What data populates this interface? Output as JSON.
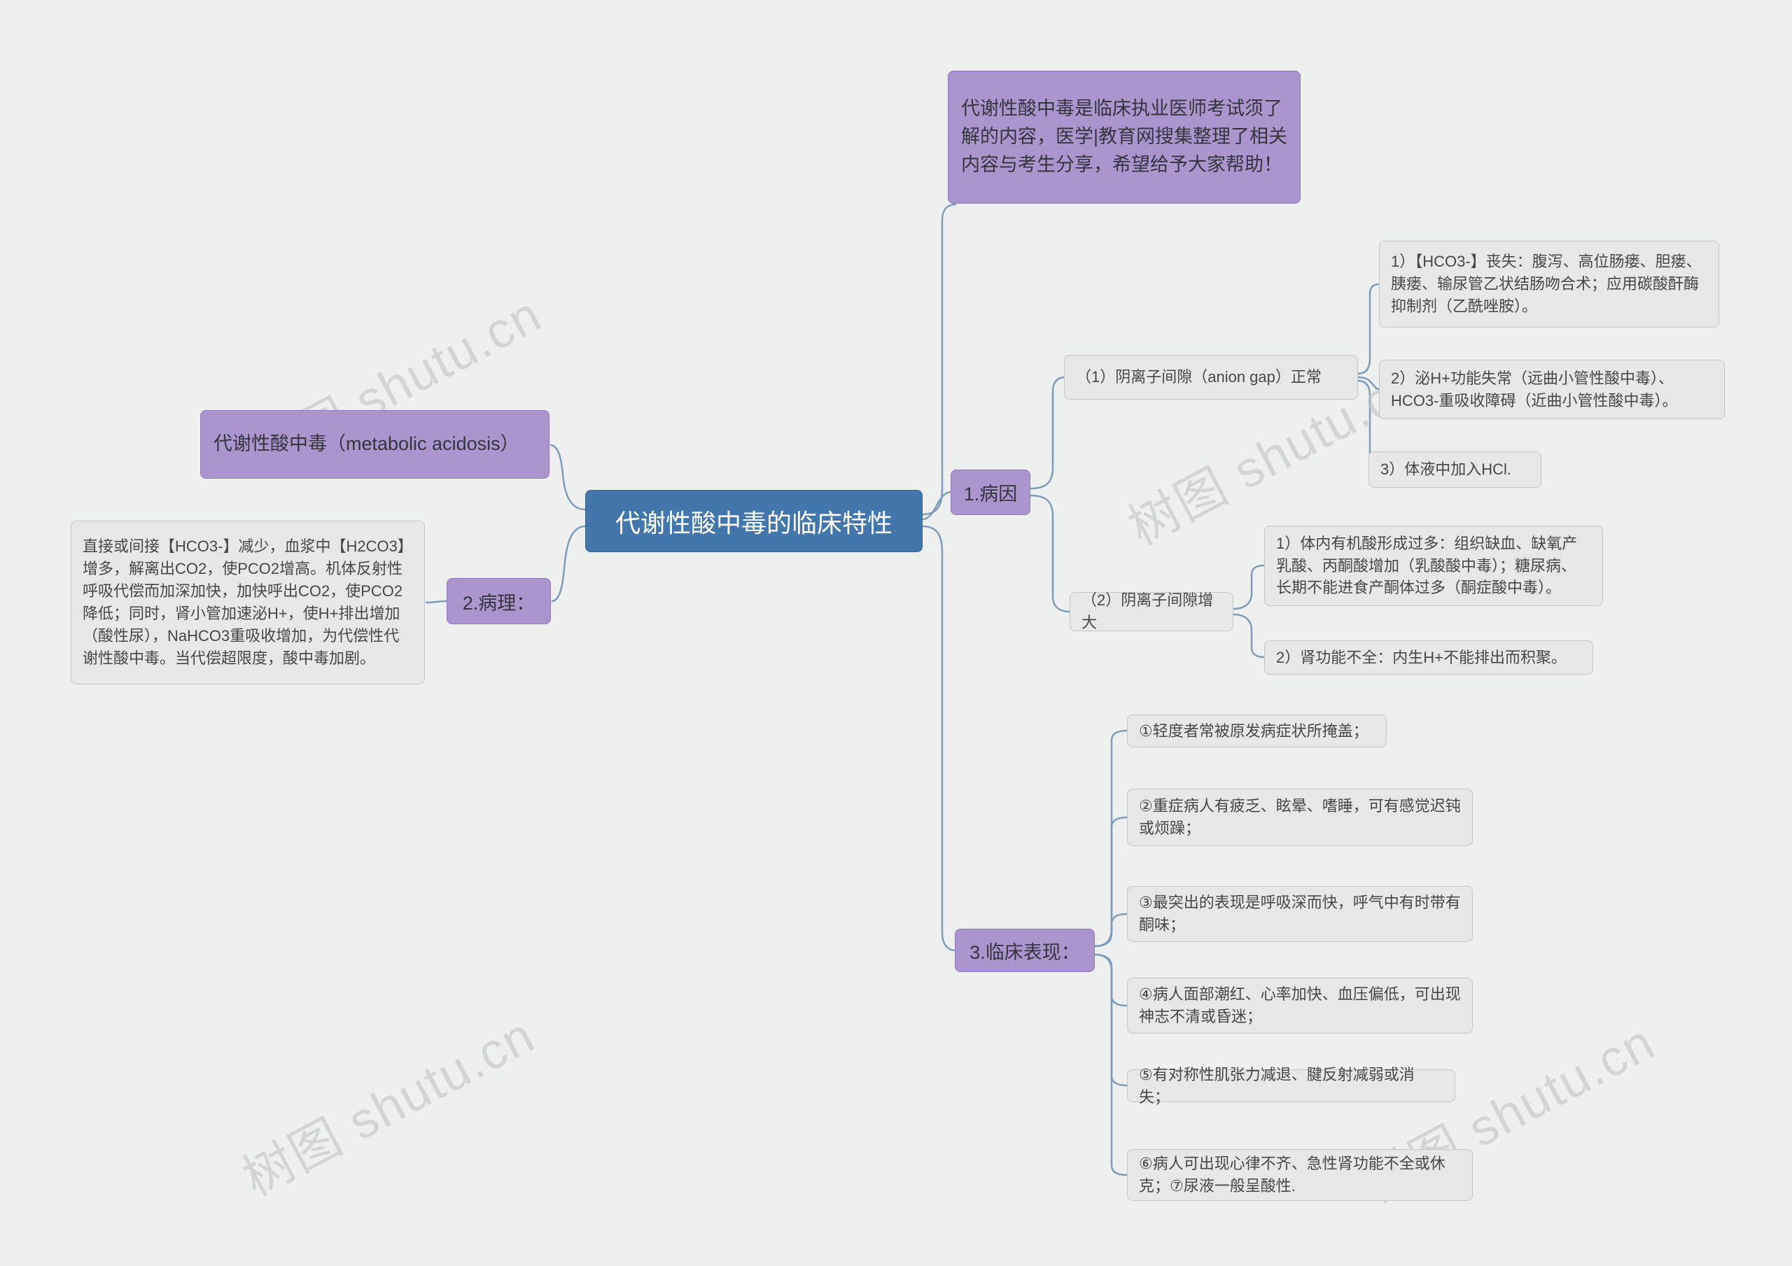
{
  "watermark": {
    "text": "树图 shutu.cn"
  },
  "center": {
    "title": "代谢性酸中毒的临床特性"
  },
  "intro": {
    "text": "代谢性酸中毒是临床执业医师考试须了解的内容，医学|教育网搜集整理了相关内容与考生分享，希望给予大家帮助！"
  },
  "definition": {
    "text": "代谢性酸中毒（metabolic acidosis）"
  },
  "pathology": {
    "label": "2.病理：",
    "detail": "直接或间接【HCO3-】减少，血浆中【H2CO3】增多，解离出CO2，使PCO2增高。机体反射性呼吸代偿而加深加快，加快呼出CO2，使PCO2降低；同时，肾小管加速泌H+，使H+排出增加（酸性尿），NaHCO3重吸收增加，为代偿性代谢性酸中毒。当代偿超限度，酸中毒加剧。"
  },
  "etiology": {
    "label": "1.病因",
    "normal_gap": {
      "label": "（1）阴离子间隙（anion gap）正常",
      "items": [
        "1）【HCO3-】丧失：腹泻、高位肠瘘、胆瘘、胰瘘、输尿管乙状结肠吻合术；应用碳酸酐酶抑制剂（乙酰唑胺）。",
        "2）泌H+功能失常（远曲小管性酸中毒）、HCO3-重吸收障碍（近曲小管性酸中毒）。",
        "3）体液中加入HCl."
      ]
    },
    "increased_gap": {
      "label": "（2）阴离子间隙增大",
      "items": [
        "1）体内有机酸形成过多：组织缺血、缺氧产乳酸、丙酮酸增加（乳酸酸中毒）；糖尿病、长期不能进食产酮体过多（酮症酸中毒）。",
        "2）肾功能不全：内生H+不能排出而积聚。"
      ]
    }
  },
  "clinical": {
    "label": "3.临床表现：",
    "items": [
      "①轻度者常被原发病症状所掩盖；",
      "②重症病人有疲乏、眩晕、嗜睡，可有感觉迟钝或烦躁；",
      "③最突出的表现是呼吸深而快，呼气中有时带有酮味；",
      "④病人面部潮红、心率加快、血压偏低，可出现神志不清或昏迷；",
      "⑤有对称性肌张力减退、腱反射减弱或消失；",
      "⑥病人可出现心律不齐、急性肾功能不全或休克；⑦尿液一般呈酸性."
    ]
  },
  "colors": {
    "background": "#eef0ef",
    "center_node": "#4377ab",
    "branch_node": "#ab95cf",
    "content_node": "#e7e7e7",
    "connector": "#7e9cba",
    "watermark": "#c3c3c3"
  }
}
